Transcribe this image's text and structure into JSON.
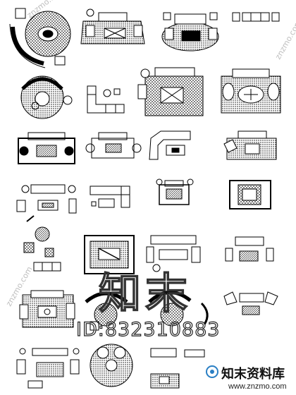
{
  "watermark": {
    "main": "知末",
    "id": "ID:832310883",
    "diagonal": "znzmo.com"
  },
  "brand": {
    "name": "知末资料库",
    "url": "www.znzmo.com",
    "icon": "znzmo-logo-icon",
    "color": "#2a7fc4"
  },
  "drawing": {
    "style": "CAD furniture plan blocks (sofa sets, tables, rugs)",
    "line_color": "#000000"
  }
}
